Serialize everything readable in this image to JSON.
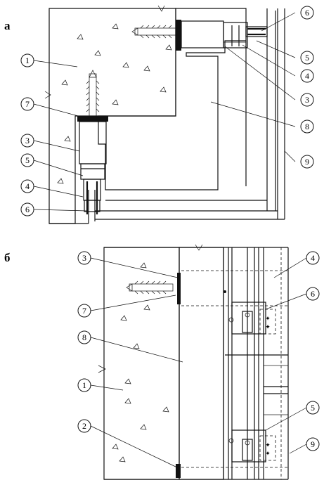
{
  "sections": {
    "a": {
      "letter": "а"
    },
    "b": {
      "letter": "б"
    }
  },
  "callouts_a": [
    {
      "id": "a-1",
      "label": "1"
    },
    {
      "id": "a-3-right",
      "label": "3"
    },
    {
      "id": "a-4-right",
      "label": "4"
    },
    {
      "id": "a-5-right",
      "label": "5"
    },
    {
      "id": "a-6-right",
      "label": "6"
    },
    {
      "id": "a-7",
      "label": "7"
    },
    {
      "id": "a-8",
      "label": "8"
    },
    {
      "id": "a-9",
      "label": "9"
    },
    {
      "id": "a-3-left",
      "label": "3"
    },
    {
      "id": "a-5-left",
      "label": "5"
    },
    {
      "id": "a-4-left",
      "label": "4"
    },
    {
      "id": "a-6-left",
      "label": "6"
    }
  ],
  "callouts_b": [
    {
      "id": "b-3",
      "label": "3"
    },
    {
      "id": "b-4",
      "label": "4"
    },
    {
      "id": "b-7",
      "label": "7"
    },
    {
      "id": "b-6",
      "label": "6"
    },
    {
      "id": "b-8",
      "label": "8"
    },
    {
      "id": "b-1",
      "label": "1"
    },
    {
      "id": "b-5",
      "label": "5"
    },
    {
      "id": "b-2",
      "label": "2"
    },
    {
      "id": "b-9",
      "label": "9"
    }
  ]
}
